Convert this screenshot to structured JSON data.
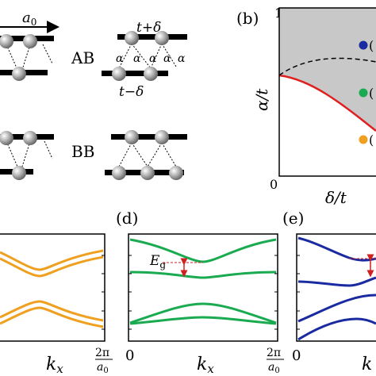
{
  "figure": {
    "panel_a": {
      "lattice_constant": "a",
      "lattice_constant_sub": "0",
      "ab_label": "AB",
      "bb_label": "BB",
      "hop_upper": "t+δ",
      "hop_lower": "t−δ",
      "alpha_symbol": "α"
    },
    "panel_b": {
      "label": "(b)",
      "y_top_tick": "1",
      "x_zero_tick": "0",
      "y_axis_label": "α/t",
      "x_axis_label": "δ/t",
      "marker_label": "(",
      "colors": {
        "region": "#c8c8c8",
        "boundary": "#e02020",
        "dashed": "#000000",
        "marker_top": "#1a2aa0",
        "marker_mid": "#1aaa50",
        "marker_low": "#f0a020"
      }
    },
    "panel_c": {
      "x_tick_end_num": "2π",
      "x_tick_end_den": "a",
      "x_tick_end_den_sub": "0",
      "x_axis_label": "k",
      "x_axis_sub": "x",
      "color": "#f0a020"
    },
    "panel_d": {
      "label": "(d)",
      "x_tick_zero": "0",
      "x_tick_end_num": "2π",
      "x_tick_end_den": "a",
      "x_tick_end_den_sub": "0",
      "x_axis_label": "k",
      "x_axis_sub": "x",
      "gap_label": "E",
      "gap_sub": "g",
      "color": "#1aaa50"
    },
    "panel_e": {
      "label": "(e)",
      "x_tick_zero": "0",
      "x_axis_label": "k",
      "color": "#1a2aa0"
    }
  }
}
